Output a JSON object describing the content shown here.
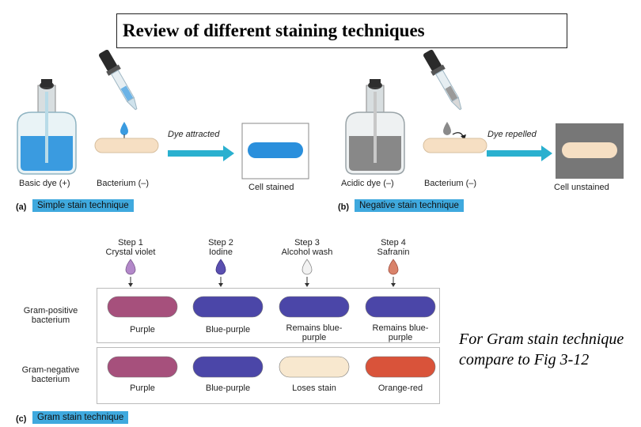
{
  "title": "Review of different staining techniques",
  "simple": {
    "dye_label": "Basic dye (+)",
    "bacterium_label": "Bacterium (–)",
    "arrow_label": "Dye attracted",
    "result_label": "Cell stained",
    "tag": "(a)",
    "band": "Simple stain technique",
    "colors": {
      "dye": "#3a9be0",
      "cell": "#2a8fdc"
    }
  },
  "negative": {
    "dye_label": "Acidic dye (–)",
    "bacterium_label": "Bacterium (–)",
    "arrow_label": "Dye repelled",
    "result_label": "Cell unstained",
    "tag": "(b)",
    "band": "Negative stain technique",
    "colors": {
      "dye": "#888888",
      "cell": "#f6dfc3"
    }
  },
  "gram": {
    "steps": [
      {
        "step": "Step 1",
        "reagent": "Crystal violet",
        "drop_color": "#b388c9"
      },
      {
        "step": "Step 2",
        "reagent": "Iodine",
        "drop_color": "#5a4fb0"
      },
      {
        "step": "Step 3",
        "reagent": "Alcohol wash",
        "drop_color": "#e8e8e8"
      },
      {
        "step": "Step 4",
        "reagent": "Safranin",
        "drop_color": "#d9826a"
      }
    ],
    "rows": [
      {
        "label": "Gram-positive bacterium",
        "cells": [
          {
            "label": "Purple",
            "color": "#a6507c"
          },
          {
            "label": "Blue-purple",
            "color": "#4b46a8"
          },
          {
            "label": "Remains blue-purple",
            "color": "#4b46a8"
          },
          {
            "label": "Remains blue-purple",
            "color": "#4b46a8"
          }
        ]
      },
      {
        "label": "Gram-negative bacterium",
        "cells": [
          {
            "label": "Purple",
            "color": "#a6507c"
          },
          {
            "label": "Blue-purple",
            "color": "#4b46a8"
          },
          {
            "label": "Loses stain",
            "color": "#f8e8cf"
          },
          {
            "label": "Orange-red",
            "color": "#d9533a"
          }
        ]
      }
    ],
    "tag": "(c)",
    "band": "Gram stain technique"
  },
  "note": "For Gram stain technique compare to Fig 3-12"
}
